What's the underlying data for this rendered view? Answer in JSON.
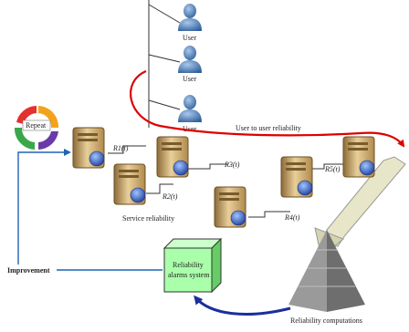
{
  "users": {
    "label": "User",
    "count": 3
  },
  "links": {
    "r1": "R1(t)",
    "r2": "R2(t)",
    "r3": "R3(t)",
    "r4": "R4(t)",
    "r5": "R5(t)"
  },
  "labels": {
    "user_to_user": "User to user reliability",
    "service_reliability": "Service reliability",
    "improvement": "Improvement",
    "repeat": "Repeat",
    "alarm_line1": "Reliability",
    "alarm_line2": "alarms system",
    "computations": "Reliability computations"
  },
  "colors": {
    "red_arrow": "#dd0000",
    "blue_arrow": "#1a2f9c",
    "feedback_line": "#1e64b4",
    "alarm_box": "#aaffaa",
    "user_figure": "#4f7fb5",
    "server_body": "#c8a56a",
    "server_globe": "#2b52b0",
    "pyramid": "#8e8e8e",
    "big_arrow": "#e8e6c8"
  },
  "icons": {
    "user": "user-icon",
    "server": "server-icon",
    "repeat": "repeat-cycle-icon",
    "alarm": "alarm-system-cube-icon",
    "pyramid": "pyramid-icon"
  }
}
